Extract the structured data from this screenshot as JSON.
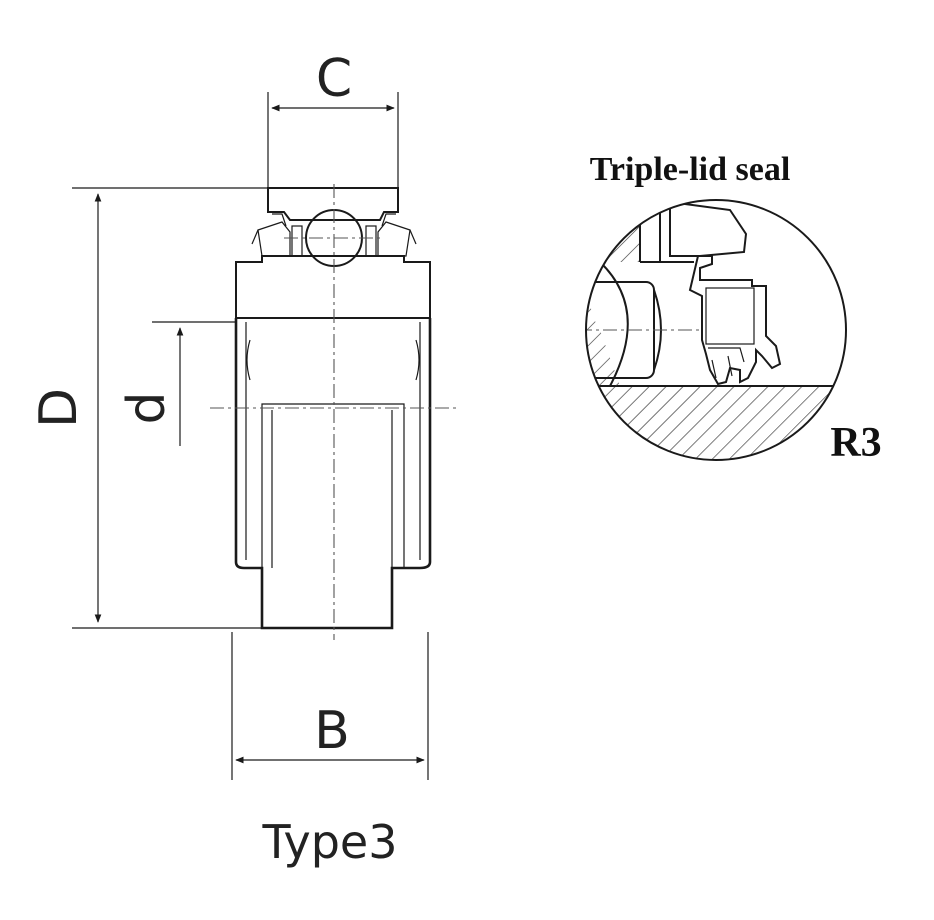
{
  "labels": {
    "dim_c": "C",
    "dim_d_outer": "D",
    "dim_d_inner": "d",
    "dim_b": "B",
    "type": "Type3",
    "seal_title": "Triple-lid seal",
    "seal_code": "R3"
  },
  "colors": {
    "ink": "#1a1a1a",
    "background": "#ffffff"
  }
}
